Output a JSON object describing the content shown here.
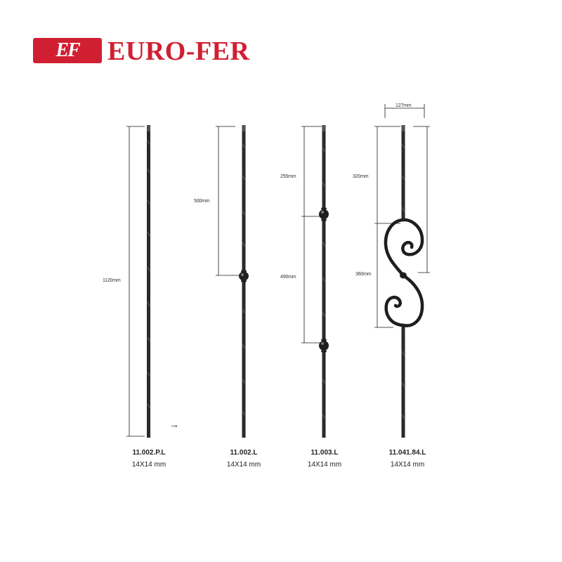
{
  "brand": {
    "mark": "EF",
    "name": "EURO-FER",
    "color": "#d11f32"
  },
  "balusters": [
    {
      "code": "11.002.P.L",
      "size": "14X14 mm",
      "dimensions": [
        "1120mm"
      ]
    },
    {
      "code": "11.002.L",
      "size": "14X14 mm",
      "dimensions": [
        "500mm"
      ]
    },
    {
      "code": "11.003.L",
      "size": "14X14 mm",
      "dimensions": [
        "255mm",
        "490mm"
      ]
    },
    {
      "code": "11.041.84.L",
      "size": "14X14 mm",
      "dimensions": [
        "127mm",
        "320mm",
        "360mm"
      ]
    }
  ],
  "arrow": "→",
  "icons": {
    "logo": "euro-fer-logo-icon"
  }
}
